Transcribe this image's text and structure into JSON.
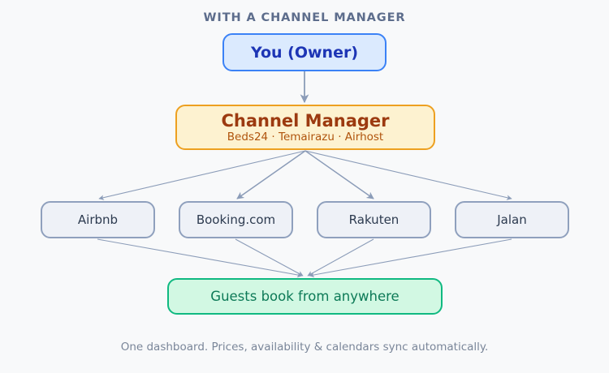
{
  "diagram": {
    "title": "WITH A CHANNEL MANAGER",
    "footer": "One dashboard. Prices, availability & calendars sync automatically.",
    "background_color": "#f8f9fa",
    "edge_color": "#8b9cb8",
    "owner": {
      "label": "You (Owner)",
      "fill": "#dbeafe",
      "stroke": "#3b82f6",
      "text_color": "#1d35b5"
    },
    "channel_manager": {
      "label": "Channel Manager",
      "subtitle": "Beds24 · Temairazu · Airhost",
      "fill": "#fdf2d0",
      "stroke": "#eda020",
      "text_color": "#9c3a10",
      "subtitle_color": "#b0540d"
    },
    "platforms": [
      {
        "label": "Airbnb"
      },
      {
        "label": "Booking.com"
      },
      {
        "label": "Rakuten"
      },
      {
        "label": "Jalan"
      }
    ],
    "platform_style": {
      "fill": "#eef1f7",
      "stroke": "#8fa0bd",
      "text_color": "#2c3a4f"
    },
    "guests": {
      "label": "Guests book from anywhere",
      "fill": "#d2f8e3",
      "stroke": "#10b981",
      "text_color": "#0d7a57"
    },
    "title_color": "#5d6d8c",
    "footer_color": "#7a8699"
  }
}
